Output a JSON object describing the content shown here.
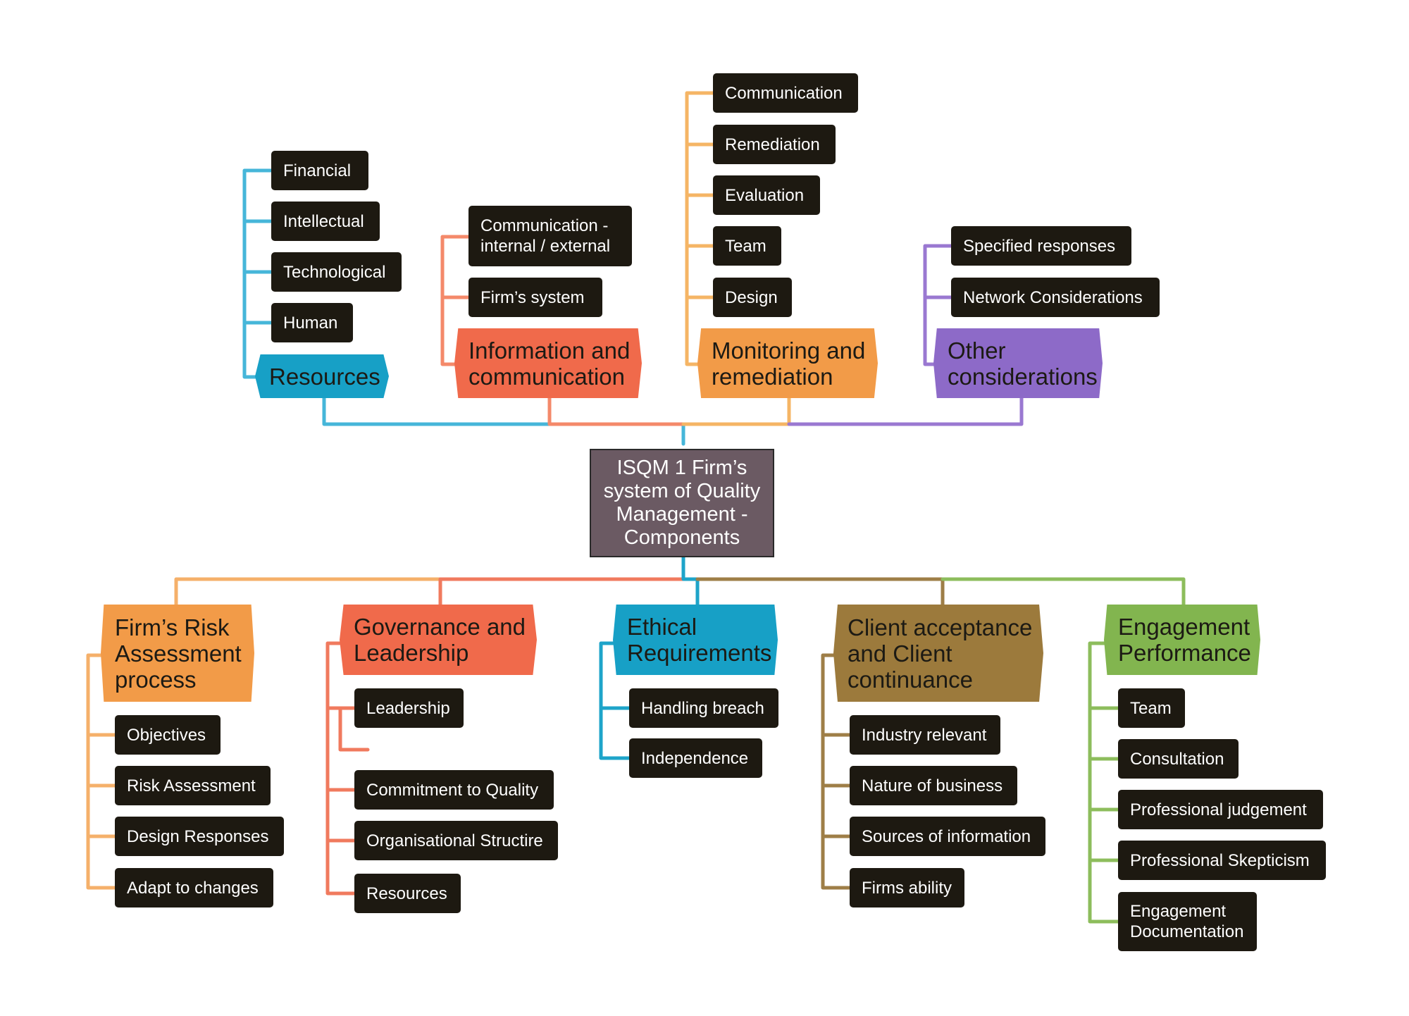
{
  "center": {
    "label": "ISQM 1 Firm’s\nsystem of Quality\nManagement -\nComponents"
  },
  "colors": {
    "resources": "#17a0c6",
    "information": "#f06a4b",
    "monitoring": "#f29b48",
    "other": "#8d6ac8",
    "risk": "#f29b48",
    "governance": "#f06a4b",
    "ethical": "#17a0c6",
    "client": "#9c7a3c",
    "engagement": "#82b54f",
    "leaf_bg": "#1d1911",
    "center_bg": "#6b5a63"
  },
  "components": {
    "resources": {
      "label": "Resources",
      "items": [
        "Financial",
        "Intellectual",
        "Technological",
        "Human"
      ]
    },
    "information": {
      "label": "Information and\ncommunication",
      "items": [
        "Communication -\ninternal / external",
        "Firm’s system"
      ]
    },
    "monitoring": {
      "label": "Monitoring and\nremediation",
      "items": [
        "Communication",
        "Remediation",
        "Evaluation",
        "Team",
        "Design"
      ]
    },
    "other": {
      "label": "Other\nconsiderations",
      "items": [
        "Specified responses",
        "Network Considerations"
      ]
    },
    "risk": {
      "label": "Firm’s Risk\nAssessment\nprocess",
      "items": [
        "Objectives",
        "Risk Assessment",
        "Design Responses",
        "Adapt to changes"
      ]
    },
    "governance": {
      "label": "Governance and\nLeadership",
      "items": [
        "Leadership",
        "Commitment to Quality",
        "Organisational Structire",
        "Resources"
      ]
    },
    "ethical": {
      "label": "Ethical\nRequirements",
      "items": [
        "Handling breach",
        "Independence"
      ]
    },
    "client": {
      "label": "Client acceptance\nand Client\ncontinuance",
      "items": [
        "Industry relevant",
        "Nature of business",
        "Sources of information",
        "Firms ability"
      ]
    },
    "engagement": {
      "label": "Engagement\nPerformance",
      "items": [
        "Team",
        "Consultation",
        "Professional judgement",
        "Professional Skepticism",
        "Engagement\nDocumentation"
      ]
    }
  }
}
